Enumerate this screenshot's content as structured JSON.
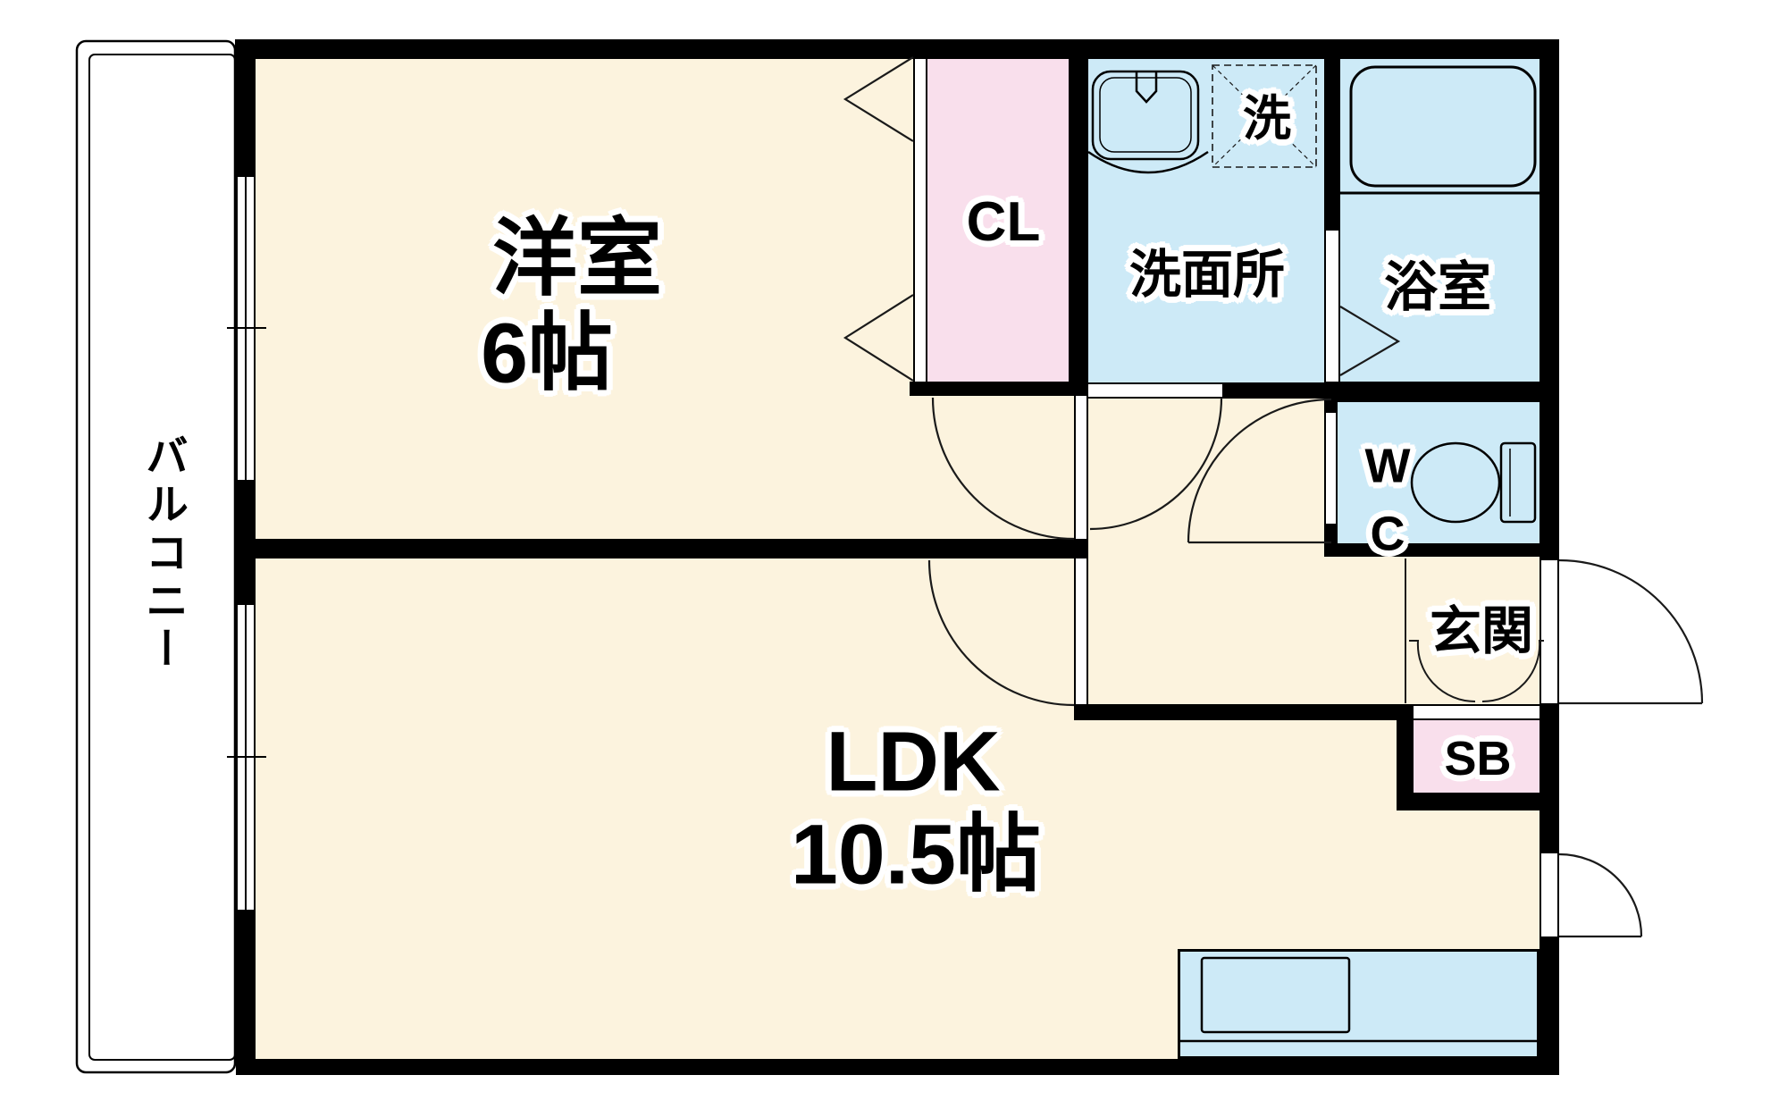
{
  "colors": {
    "cream": "#FCF3DE",
    "pink": "#F9DFEC",
    "blue": "#CDEAF7",
    "wall": "#000000",
    "line": "#1A1A1A"
  },
  "rooms": {
    "western": {
      "name": "洋室",
      "size": "6帖"
    },
    "ldk": {
      "name": "LDK",
      "size": "10.5帖"
    },
    "closet": {
      "label": "CL"
    },
    "washroom": {
      "label": "洗面所"
    },
    "laundry": {
      "label": "洗"
    },
    "bathroom": {
      "label": "浴室"
    },
    "toilet": {
      "line1": "W",
      "line2": "C"
    },
    "entrance": {
      "label": "玄関"
    },
    "shoebox": {
      "label": "SB"
    },
    "balcony": {
      "label": "バルコニー"
    }
  }
}
